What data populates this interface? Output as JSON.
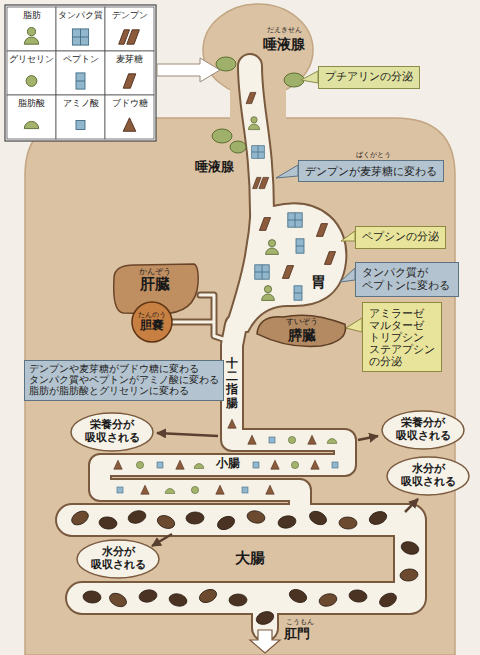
{
  "diagram": {
    "nodes": [
      {
        "text": [
          "プチアリンの分泌"
        ]
      },
      {
        "text": [
          "ばくがとう",
          "デンプンが麦芽糖に変わる"
        ]
      },
      {
        "text": [
          "ペプシンの分泌"
        ]
      },
      {
        "text": [
          "タンパク質が ペプトンに変わる"
        ]
      },
      {
        "text": [
          "かんぞう",
          "肝臓"
        ]
      },
      {
        "text": [
          "たんのう",
          "胆嚢"
        ]
      },
      {
        "text": [
          "アミラーゼ マルターゼ トリプシン ステアプシン の分泌"
        ]
      },
      {
        "text": [
          "すいぞう",
          "膵臓"
        ]
      },
      {
        "text": [
          "デンプンや麦芽糖がブドウ糖に変わる",
          "タンパク質やペプトンがアミノ酸に変わる",
          "脂肪が脂肪酸とグリセリンに変わる"
        ]
      },
      {
        "text": [
          "栄養分が 吸収される"
        ]
      },
      {
        "text": [
          "栄養分が 吸収される"
        ]
      },
      {
        "text": [
          "水分が 吸収される"
        ]
      },
      {
        "text": [
          "水分が 吸収される"
        ]
      }
    ],
    "labels": [
      "だえきせん",
      "唾液腺",
      "唾液腺",
      "胃",
      "十二指腸",
      "小腸",
      "大腸",
      "こうもん",
      "肛門"
    ],
    "legend": [
      {
        "text": "脂肪"
      },
      {
        "text": "タンパク質"
      },
      {
        "text": "デンプン"
      },
      {
        "text": "グリセリン"
      },
      {
        "text": "ペプトン"
      },
      {
        "text": "麦芽糖"
      },
      {
        "text": "脂肪酸"
      },
      {
        "text": "アミノ酸"
      },
      {
        "text": "ブドウ糖"
      }
    ]
  }
}
